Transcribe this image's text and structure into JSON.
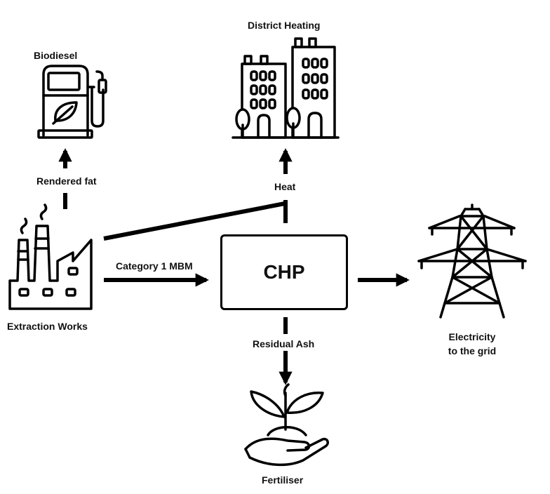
{
  "nodes": {
    "chp": "CHP",
    "extraction_works": "Extraction Works",
    "biodiesel": "Biodiesel",
    "district_heating": "District Heating",
    "electricity_line1": "Electricity",
    "electricity_line2": "to the grid",
    "fertiliser": "Fertiliser"
  },
  "edges": {
    "rendered_fat": "Rendered fat",
    "heat": "Heat",
    "category_1_mbm": "Category 1 MBM",
    "residual_ash": "Residual Ash"
  },
  "icons": [
    "fuel-pump-icon",
    "buildings-icon",
    "factory-icon",
    "pylon-icon",
    "plant-in-hand-icon"
  ],
  "colors": {
    "stroke": "#000000",
    "background": "#ffffff"
  }
}
